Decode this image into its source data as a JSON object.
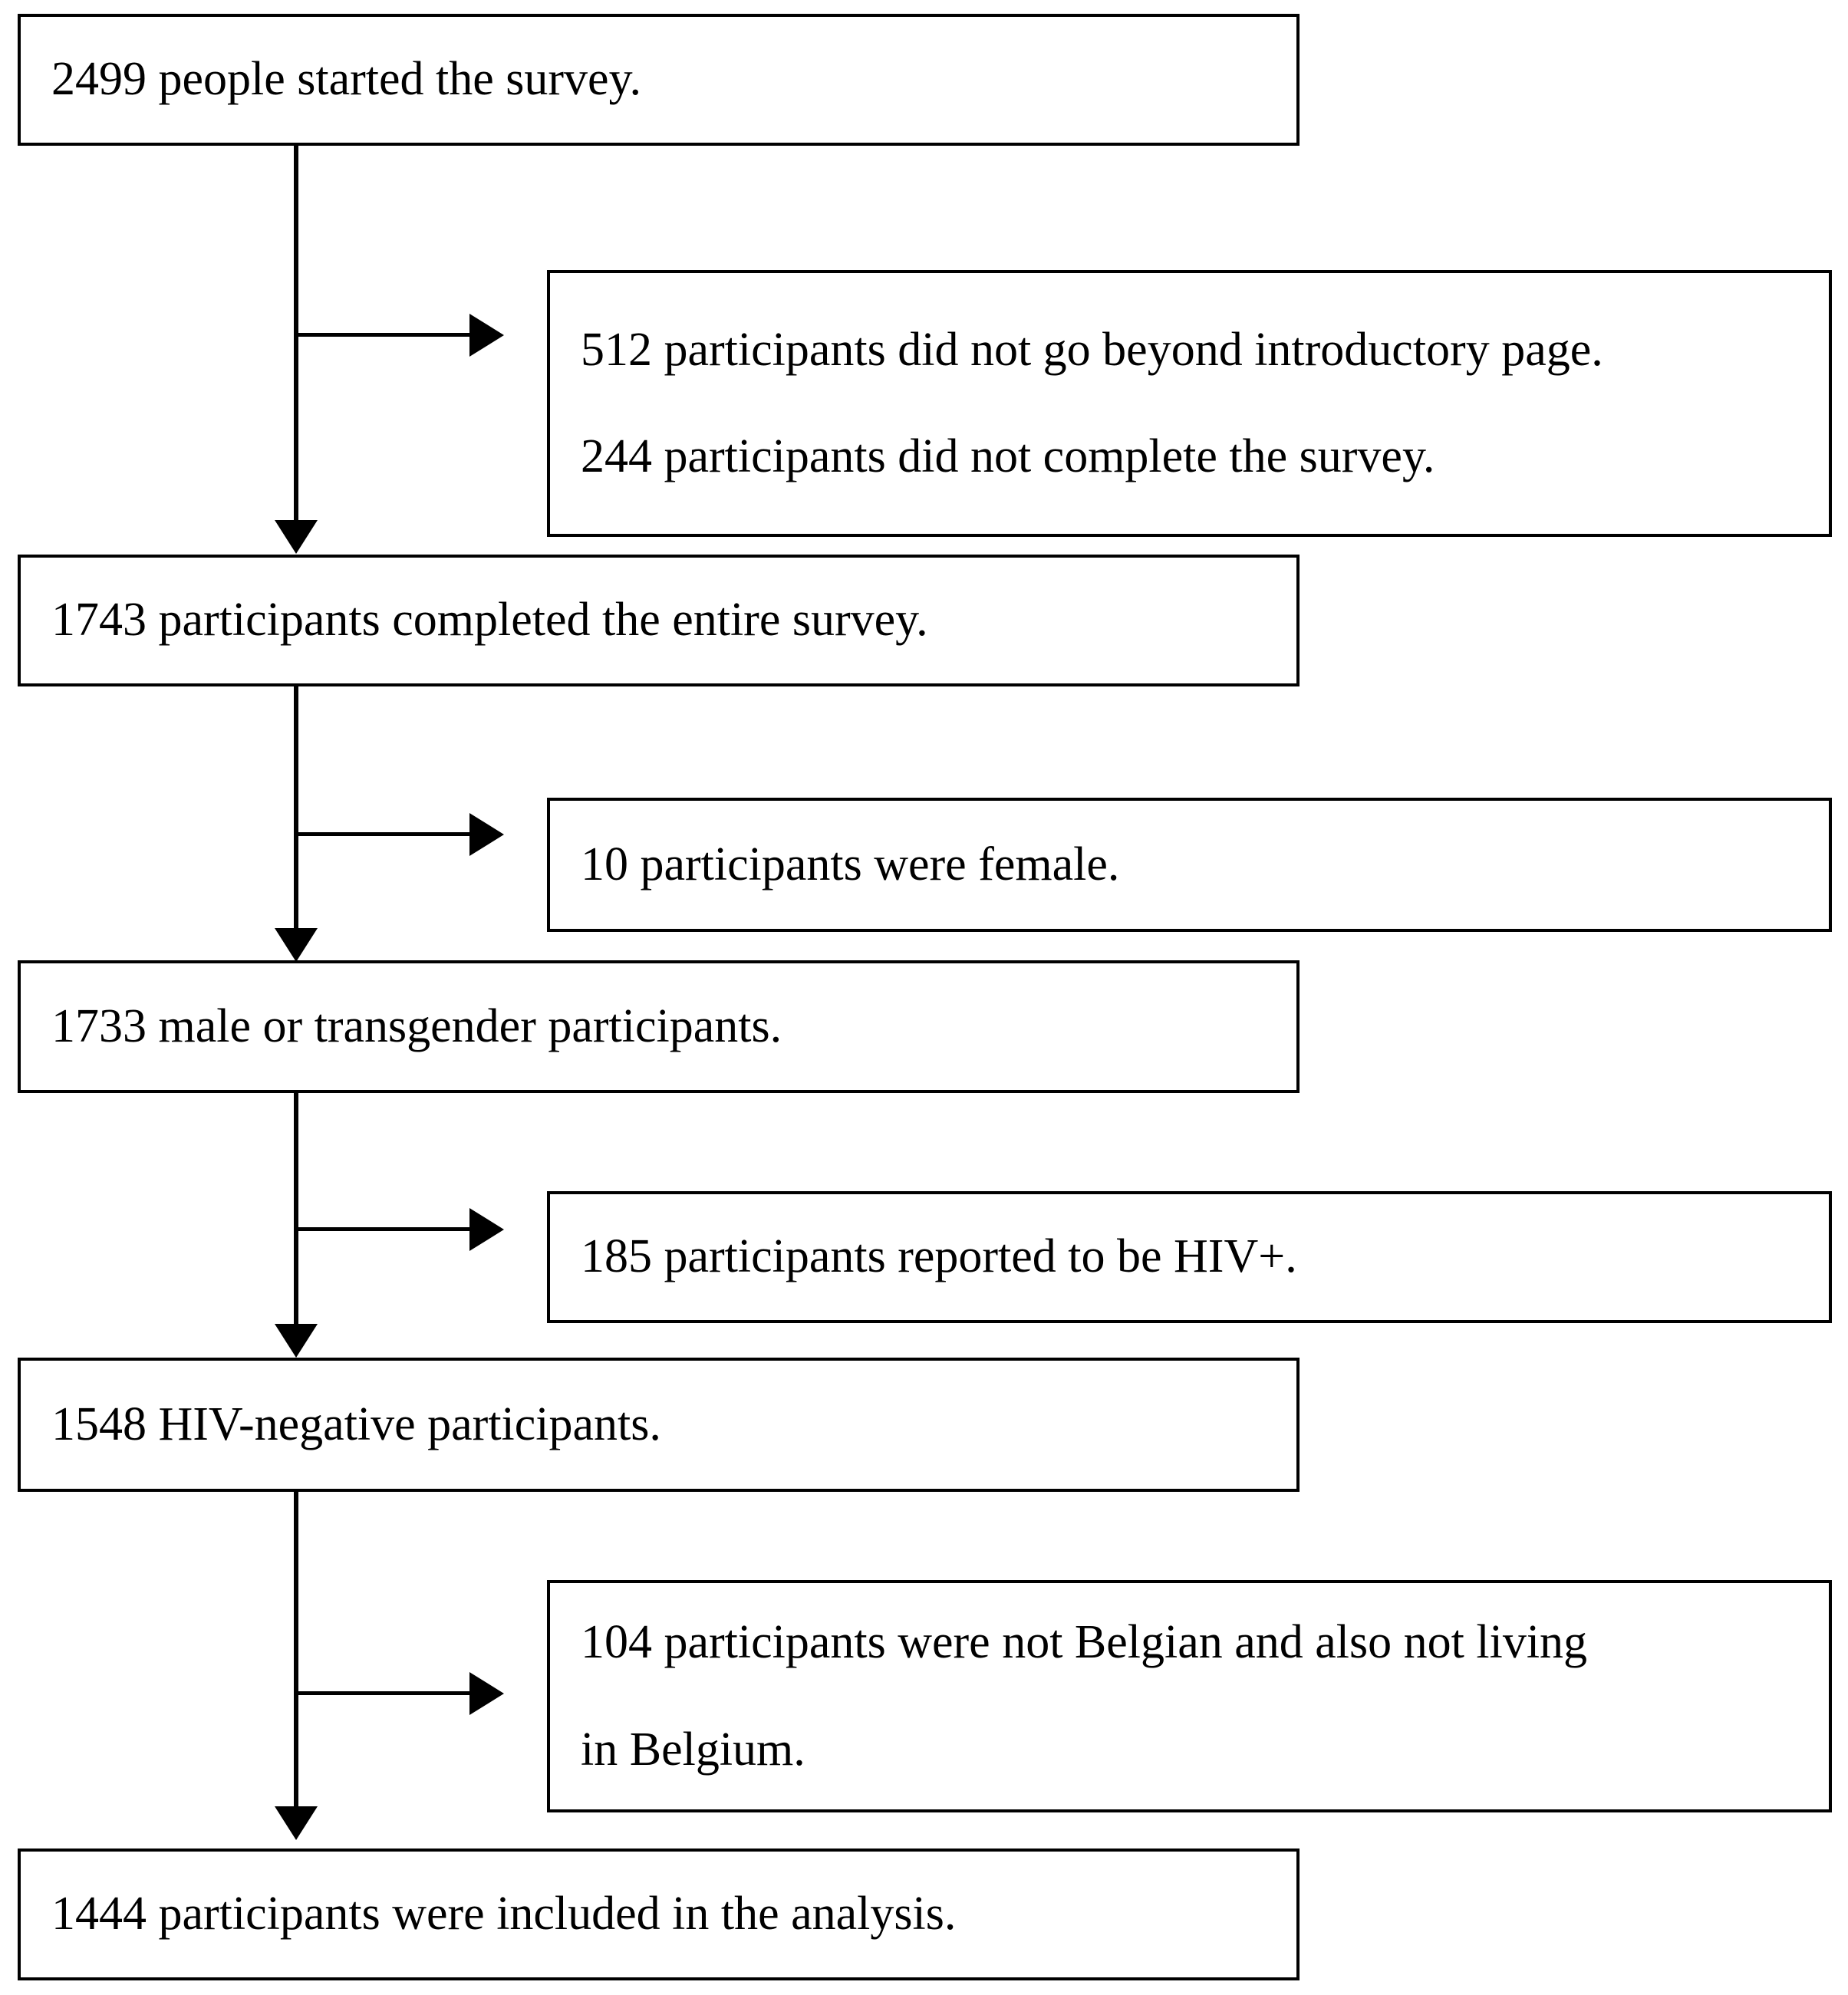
{
  "diagram": {
    "type": "participant-flow-chart",
    "orientation": "top-to-bottom",
    "main_nodes": [
      {
        "id": "started",
        "text": "2499 people started the survey."
      },
      {
        "id": "completed",
        "text": "1743 participants completed the entire survey."
      },
      {
        "id": "male",
        "text": "1733 male or transgender participants."
      },
      {
        "id": "hivneg",
        "text": "1548 HIV-negative participants."
      },
      {
        "id": "included",
        "text": "1444 participants were included in the analysis."
      }
    ],
    "exclusion_nodes": [
      {
        "id": "exclusion-1",
        "lines": [
          "512 participants did not go beyond introductory page.",
          "244 participants did not complete the survey."
        ]
      },
      {
        "id": "exclusion-2",
        "lines": [
          "10 participants were female."
        ]
      },
      {
        "id": "exclusion-3",
        "lines": [
          "185 participants reported to be HIV+."
        ]
      },
      {
        "id": "exclusion-4",
        "lines": [
          "104 participants were not Belgian and also not living",
          "in Belgium."
        ]
      }
    ],
    "colors": {
      "border": "#000000",
      "background": "#ffffff",
      "text": "#000000"
    }
  }
}
